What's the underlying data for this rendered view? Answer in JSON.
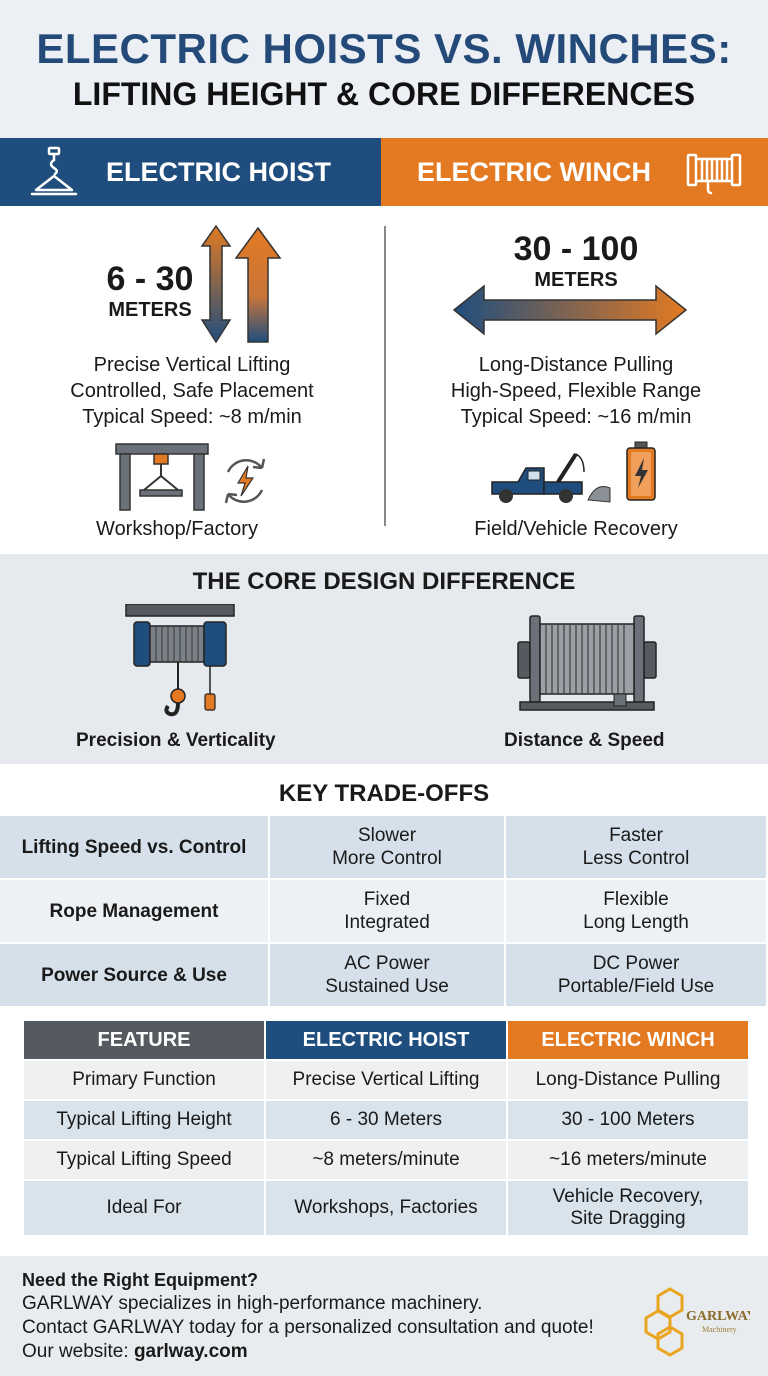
{
  "title": {
    "line1": "ELECTRIC HOISTS VS. WINCHES:",
    "line2": "LIFTING HEIGHT & CORE DIFFERENCES"
  },
  "hoist": {
    "header": "ELECTRIC HOIST",
    "range": "6 - 30",
    "unit": "METERS",
    "desc1": "Precise Vertical Lifting",
    "desc2": "Controlled, Safe Placement",
    "desc3": "Typical Speed: ~8 m/min",
    "place": "Workshop/Factory"
  },
  "winch": {
    "header": "ELECTRIC WINCH",
    "range": "30 - 100",
    "unit": "METERS",
    "desc1": "Long-Distance Pulling",
    "desc2": "High-Speed, Flexible Range",
    "desc3": "Typical Speed: ~16 m/min",
    "place": "Field/Vehicle Recovery"
  },
  "core": {
    "title": "THE CORE DESIGN DIFFERENCE",
    "left": "Precision & Verticality",
    "right": "Distance & Speed"
  },
  "tradeoffs": {
    "title": "KEY TRADE-OFFS",
    "rows": [
      {
        "label": "Lifting Speed vs. Control",
        "hoist1": "Slower",
        "hoist2": "More Control",
        "winch1": "Faster",
        "winch2": "Less Control"
      },
      {
        "label": "Rope Management",
        "hoist1": "Fixed",
        "hoist2": "Integrated",
        "winch1": "Flexible",
        "winch2": "Long Length"
      },
      {
        "label": "Power Source & Use",
        "hoist1": "AC Power",
        "hoist2": "Sustained Use",
        "winch1": "DC Power",
        "winch2": "Portable/Field Use"
      }
    ]
  },
  "features": {
    "headers": [
      "FEATURE",
      "ELECTRIC HOIST",
      "ELECTRIC WINCH"
    ],
    "rows": [
      [
        "Primary Function",
        "Precise Vertical Lifting",
        "Long-Distance Pulling"
      ],
      [
        "Typical Lifting Height",
        "6 - 30 Meters",
        "30 - 100 Meters"
      ],
      [
        "Typical Lifting Speed",
        "~8 meters/minute",
        "~16 meters/minute"
      ],
      [
        "Ideal For",
        "Workshops, Factories",
        "Vehicle Recovery,",
        "Site Dragging"
      ]
    ]
  },
  "footer": {
    "heading": "Need the Right Equipment?",
    "line1": "GARLWAY specializes in high-performance machinery.",
    "line2": "Contact GARLWAY today for a personalized consultation and quote!",
    "line3_prefix": "Our website: ",
    "website": "garlway.com",
    "logo_text": "GARLWAY",
    "logo_sub": "Machinery"
  },
  "colors": {
    "hoist_blue": "#1f4e7e",
    "winch_orange": "#e37a22",
    "feature_gray": "#555a60"
  },
  "icons": [
    "hook-crane-icon",
    "winch-drum-icon",
    "vertical-arrows-icon",
    "horizontal-arrow-icon",
    "gantry-crane-icon",
    "power-cycle-icon",
    "tow-truck-icon",
    "battery-icon",
    "electric-hoist-icon",
    "winch-reel-icon",
    "garlway-logo"
  ]
}
